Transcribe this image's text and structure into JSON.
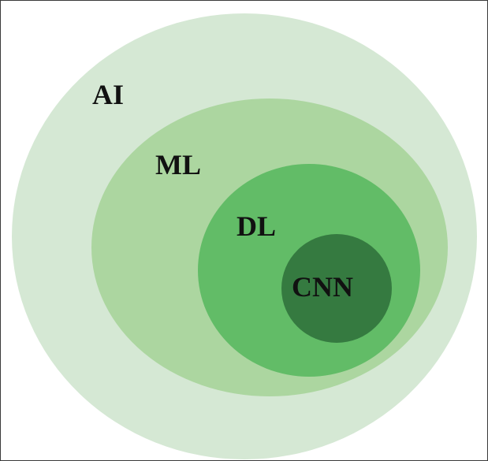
{
  "diagram": {
    "sets": [
      {
        "id": "ai",
        "label": "AI",
        "color": "#d5e8d4"
      },
      {
        "id": "ml",
        "label": "ML",
        "color": "#acd6a0"
      },
      {
        "id": "dl",
        "label": "DL",
        "color": "#62bc67"
      },
      {
        "id": "cnn",
        "label": "CNN",
        "color": "#357a40"
      }
    ],
    "relationship": "nested"
  }
}
